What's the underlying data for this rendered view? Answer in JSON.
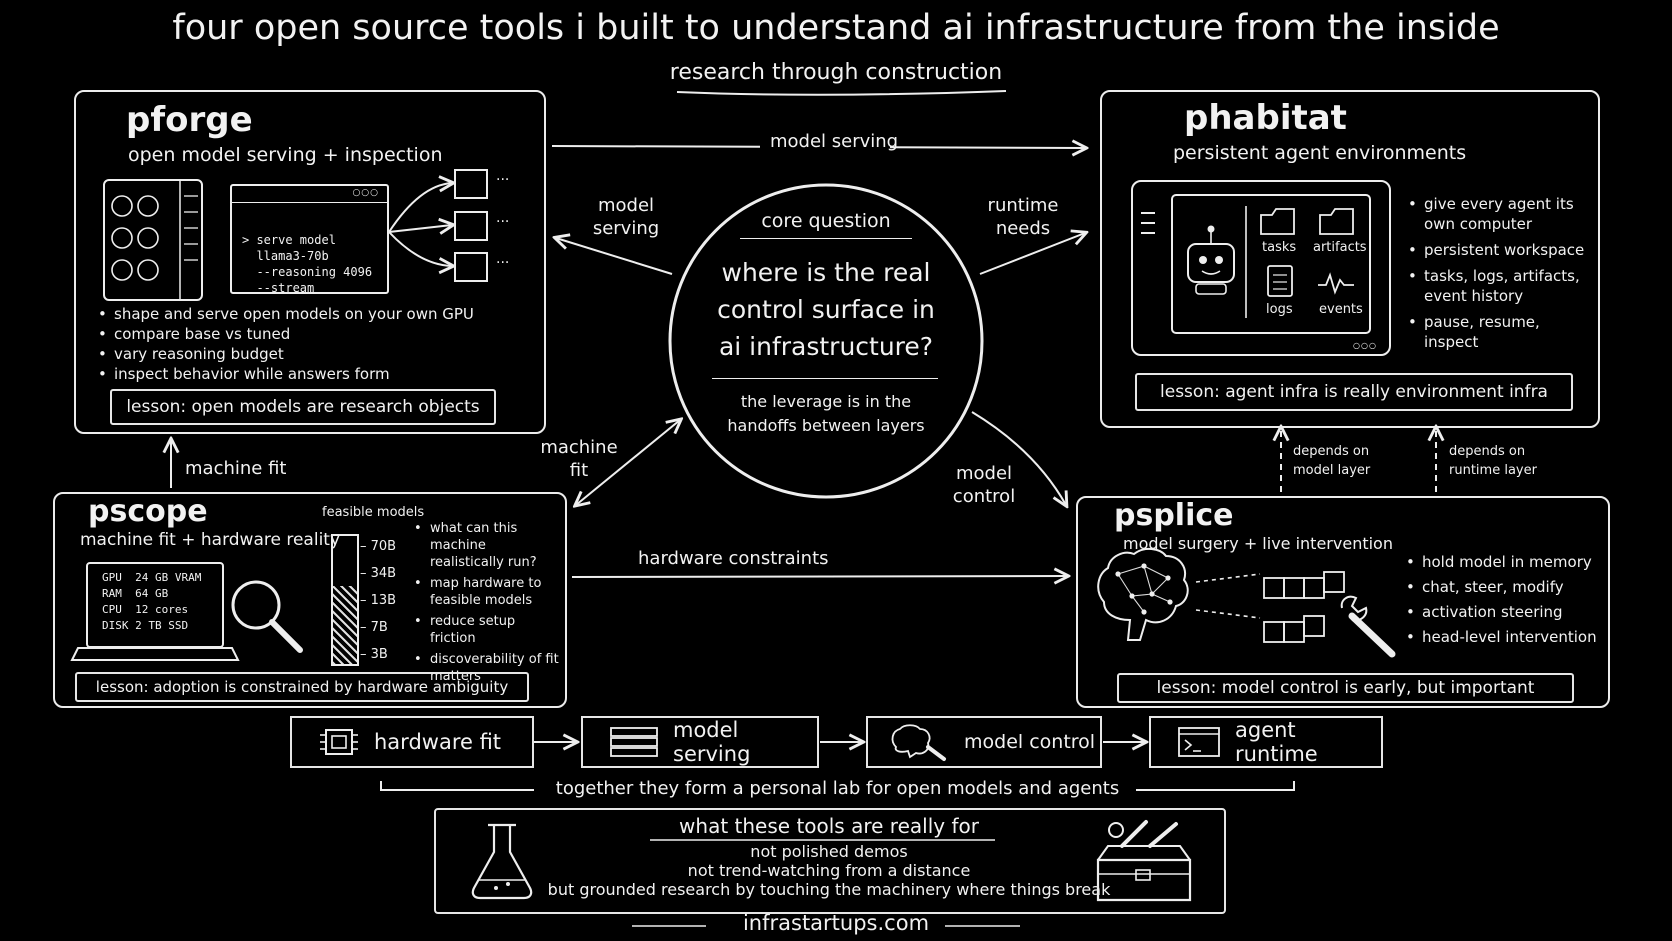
{
  "title": "four open source tools i built to understand ai infrastructure from the inside",
  "subtitle": "research through construction",
  "pforge": {
    "name": "pforge",
    "tagline": "open model serving + inspection",
    "terminal": [
      "> serve model",
      "  llama3-70b",
      "  --reasoning 4096",
      "  --stream"
    ],
    "bullets": [
      "shape and serve open models on your own GPU",
      "compare base vs tuned",
      "vary reasoning budget",
      "inspect behavior while answers form"
    ],
    "lesson": "lesson: open models are research objects"
  },
  "phabitat": {
    "name": "phabitat",
    "tagline": "persistent agent environments",
    "folders": [
      "tasks",
      "artifacts",
      "logs",
      "events"
    ],
    "bullets": [
      "give every agent its own computer",
      "persistent workspace",
      "tasks, logs, artifacts, event history",
      "pause, resume, inspect"
    ],
    "lesson": "lesson: agent infra is really environment infra"
  },
  "core": {
    "heading": "core question",
    "question": [
      "where is the real",
      "control surface in",
      "ai infrastructure?"
    ],
    "answer": [
      "the leverage is in the",
      "handoffs between layers"
    ]
  },
  "pscope": {
    "name": "pscope",
    "tagline": "machine fit + hardware reality",
    "specs": [
      [
        "GPU",
        "24 GB VRAM"
      ],
      [
        "RAM",
        "64 GB"
      ],
      [
        "CPU",
        "12 cores"
      ],
      [
        "DISK",
        "2 TB SSD"
      ]
    ],
    "feasible_heading": "feasible models",
    "model_sizes": [
      "70B",
      "34B",
      "13B",
      "7B",
      "3B"
    ],
    "bullets": [
      "what can this machine realistically run?",
      "map hardware to feasible models",
      "reduce setup friction",
      "discoverability of fit matters"
    ],
    "lesson": "lesson: adoption is constrained by hardware ambiguity"
  },
  "psplice": {
    "name": "psplice",
    "tagline": "model surgery + live intervention",
    "bullets": [
      "hold model in memory",
      "chat, steer, modify",
      "activation steering",
      "head-level intervention"
    ],
    "lesson": "lesson: model control is early, but important"
  },
  "edges": {
    "top": "model serving",
    "left_upper": [
      "model",
      "serving"
    ],
    "right_upper": [
      "runtime",
      "needs"
    ],
    "left_lower": [
      "machine",
      "fit"
    ],
    "right_lower": [
      "model",
      "control"
    ],
    "pscope_up": "machine fit",
    "bottom": "hardware constraints",
    "dep_model": [
      "depends on",
      "model layer"
    ],
    "dep_runtime": [
      "depends on",
      "runtime layer"
    ]
  },
  "chain": {
    "items": [
      "hardware fit",
      "model serving",
      "model control",
      "agent runtime"
    ],
    "caption": "together they form a personal lab for open models and agents"
  },
  "purpose": {
    "heading": "what these tools are really for",
    "lines": [
      "not polished demos",
      "not trend-watching from a distance",
      "but grounded research by touching the machinery where things break"
    ]
  },
  "footer": "infrastartups.com",
  "colors": {
    "background": "#000000",
    "chalk": "#f2f2f2"
  }
}
